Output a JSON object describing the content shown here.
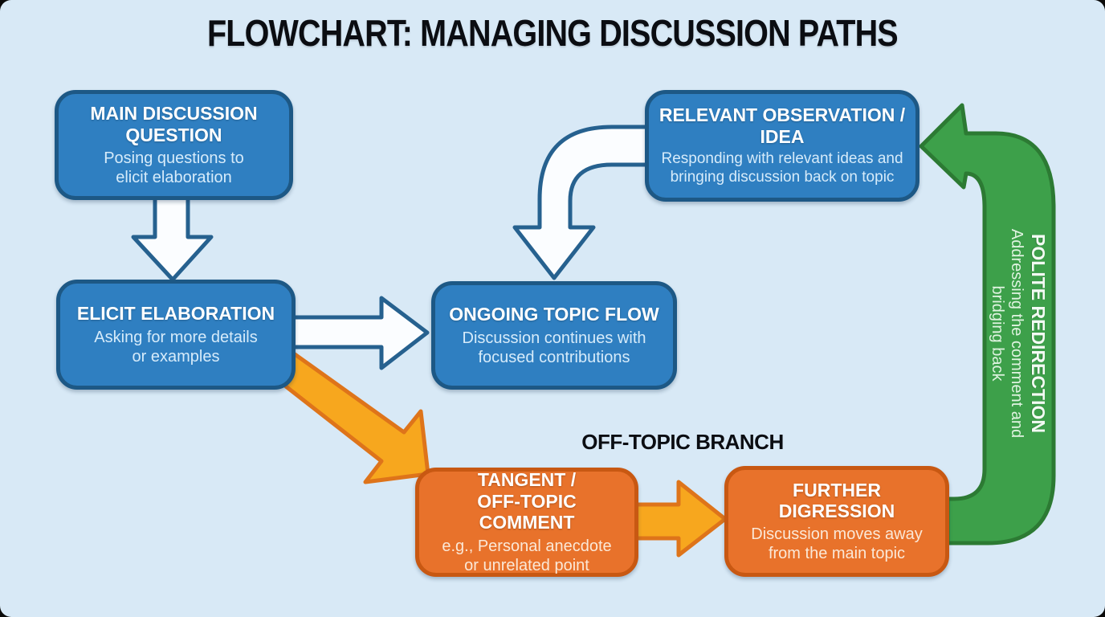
{
  "title": "FLOWCHART: MANAGING DISCUSSION PATHS",
  "colors": {
    "background": "#D8E9F6",
    "node_blue_fill": "#2F7FC1",
    "node_blue_border": "#1D5885",
    "node_orange_fill": "#E8722B",
    "node_orange_border": "#C85812",
    "title_text": "#0B0D12"
  },
  "nodes": {
    "main_question": {
      "title": "MAIN DISCUSSION\nQUESTION",
      "subtitle": "Posing questions to\nelicit elaboration"
    },
    "elicit_elaboration": {
      "title": "ELICIT ELABORATION",
      "subtitle": "Asking for more details\nor examples"
    },
    "ongoing_topic_flow": {
      "title": "ONGOING TOPIC FLOW",
      "subtitle": "Discussion continues with\nfocused contributions"
    },
    "relevant_observation": {
      "title": "RELEVANT OBSERVATION /\nIDEA",
      "subtitle": "Responding with relevant ideas and\nbringing discussion back on topic"
    },
    "tangent": {
      "title": "TANGENT /\nOFF-TOPIC COMMENT",
      "subtitle": "e.g., Personal anecdote\nor unrelated point"
    },
    "further_digression": {
      "title": "FURTHER DIGRESSION",
      "subtitle": "Discussion moves away\nfrom the main topic"
    }
  },
  "labels": {
    "off_topic_branch": "OFF-TOPIC BRANCH",
    "polite_redirection_title": "POLITE REDIRECTION",
    "polite_redirection_subtitle": "Addressing the comment and\nbridging back"
  },
  "arrows": {
    "white": {
      "fill": "#FBFDFF",
      "stroke": "#26618F"
    },
    "orange": {
      "fill": "#F7A71E",
      "stroke": "#DE741A"
    },
    "green": {
      "fill": "#3DA04A",
      "stroke": "#2C7A33"
    }
  }
}
